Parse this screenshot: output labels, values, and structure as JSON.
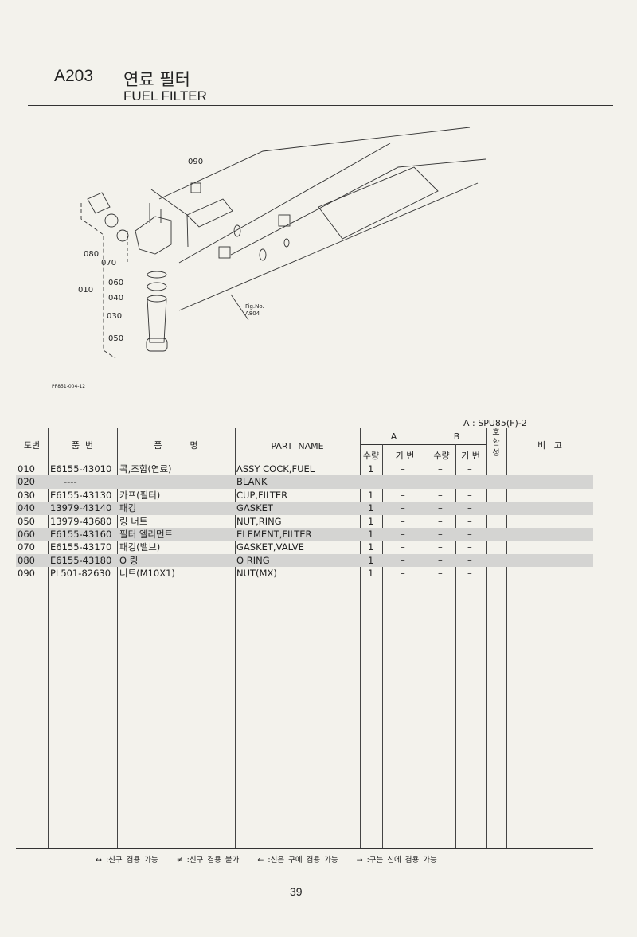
{
  "header": {
    "code": "A203",
    "title_ko": "연료 필터",
    "title_en": "FUEL FILTER"
  },
  "figure": {
    "callouts": [
      "090",
      "080",
      "070",
      "060",
      "010",
      "040",
      "030",
      "050"
    ],
    "reference": [
      "Fig.No.",
      "A804"
    ],
    "drawing_id": "PP851-004-12"
  },
  "model_note": "A : SPU85(F)-2",
  "table": {
    "headers": {
      "ref": "도번",
      "part_no": "품  번",
      "name_ko": "품          명",
      "part_name": "PART  NAME",
      "group_a": "A",
      "group_b": "B",
      "qty": "수량",
      "serial": "기 번",
      "interchange": "호\n환\n성",
      "remarks": "비   고"
    },
    "rows": [
      {
        "ref": "010",
        "part_no": "E6155-43010",
        "name_ko": "콕,조합(연료)",
        "part_name": "ASSY COCK,FUEL",
        "a_qty": "1",
        "a_serial": "–",
        "b_qty": "–",
        "b_serial": "–",
        "shaded": false
      },
      {
        "ref": "020",
        "part_no": "----",
        "name_ko": "",
        "part_name": "BLANK",
        "a_qty": "–",
        "a_serial": "–",
        "b_qty": "–",
        "b_serial": "–",
        "shaded": true
      },
      {
        "ref": "030",
        "part_no": "E6155-43130",
        "name_ko": "카프(필터)",
        "part_name": "CUP,FILTER",
        "a_qty": "1",
        "a_serial": "–",
        "b_qty": "–",
        "b_serial": "–",
        "shaded": false
      },
      {
        "ref": "040",
        "part_no": "13979-43140",
        "name_ko": "패킹",
        "part_name": "GASKET",
        "a_qty": "1",
        "a_serial": "–",
        "b_qty": "–",
        "b_serial": "–",
        "shaded": true
      },
      {
        "ref": "050",
        "part_no": "13979-43680",
        "name_ko": "링 너트",
        "part_name": "NUT,RING",
        "a_qty": "1",
        "a_serial": "–",
        "b_qty": "–",
        "b_serial": "–",
        "shaded": false
      },
      {
        "ref": "060",
        "part_no": "E6155-43160",
        "name_ko": "필터 엘리먼트",
        "part_name": "ELEMENT,FILTER",
        "a_qty": "1",
        "a_serial": "–",
        "b_qty": "–",
        "b_serial": "–",
        "shaded": true
      },
      {
        "ref": "070",
        "part_no": "E6155-43170",
        "name_ko": "패킹(밸브)",
        "part_name": "GASKET,VALVE",
        "a_qty": "1",
        "a_serial": "–",
        "b_qty": "–",
        "b_serial": "–",
        "shaded": false
      },
      {
        "ref": "080",
        "part_no": "E6155-43180",
        "name_ko": "O 링",
        "part_name": "O RING",
        "a_qty": "1",
        "a_serial": "–",
        "b_qty": "–",
        "b_serial": "–",
        "shaded": true
      },
      {
        "ref": "090",
        "part_no": "PL501-82630",
        "name_ko": "너트(M10X1)",
        "part_name": "NUT(MX)",
        "a_qty": "1",
        "a_serial": "–",
        "b_qty": "–",
        "b_serial": "–",
        "shaded": false
      }
    ]
  },
  "legend": [
    "↔ :신구 겸용 가능",
    "≠ :신구 겸용 불가",
    "← :신은 구에 겸용 가능",
    "→ :구는 신에 겸용 가능"
  ],
  "page_number": "39"
}
